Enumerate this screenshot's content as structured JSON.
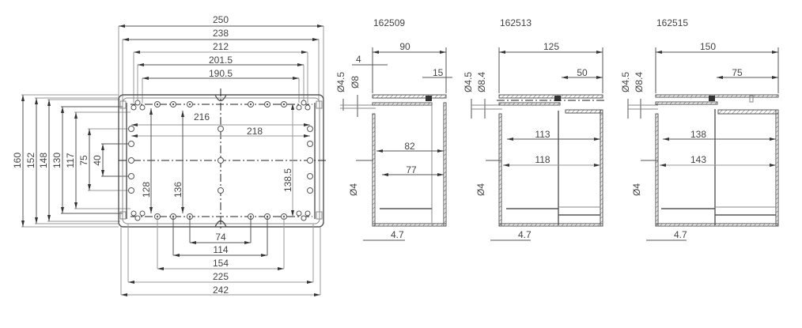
{
  "diagram": {
    "type": "technical-dimension-drawing",
    "units": "mm",
    "top_view": {
      "horizontal_dims_top": [
        "250",
        "238",
        "212",
        "201.5",
        "190.5"
      ],
      "vertical_dims_left": [
        "160",
        "152",
        "148",
        "130",
        "117",
        "75",
        "40"
      ],
      "inner_dims": {
        "d216": "216",
        "d218": "218",
        "d128": "128",
        "d136": "136",
        "d138_5": "138.5"
      },
      "horizontal_dims_bottom": [
        "74",
        "114",
        "154",
        "225",
        "242"
      ]
    },
    "side_views": [
      {
        "model": "162509",
        "overall": "90",
        "lid_offset": "15",
        "wall_offset": "4",
        "dia_a": "Ø4.5",
        "dia_b": "Ø8",
        "dia_c": "Ø4",
        "inner_a": "82",
        "inner_b": "77",
        "wall": "4.7"
      },
      {
        "model": "162513",
        "overall": "125",
        "lid_offset": "50",
        "dia_a": "Ø4.5",
        "dia_b": "Ø8.4",
        "dia_c": "Ø4",
        "inner_a": "113",
        "inner_b": "118",
        "wall": "4.7"
      },
      {
        "model": "162515",
        "overall": "150",
        "lid_offset": "75",
        "dia_a": "Ø4.5",
        "dia_b": "Ø8.4",
        "dia_c": "Ø4",
        "inner_a": "138",
        "inner_b": "143",
        "wall": "4.7"
      }
    ]
  }
}
